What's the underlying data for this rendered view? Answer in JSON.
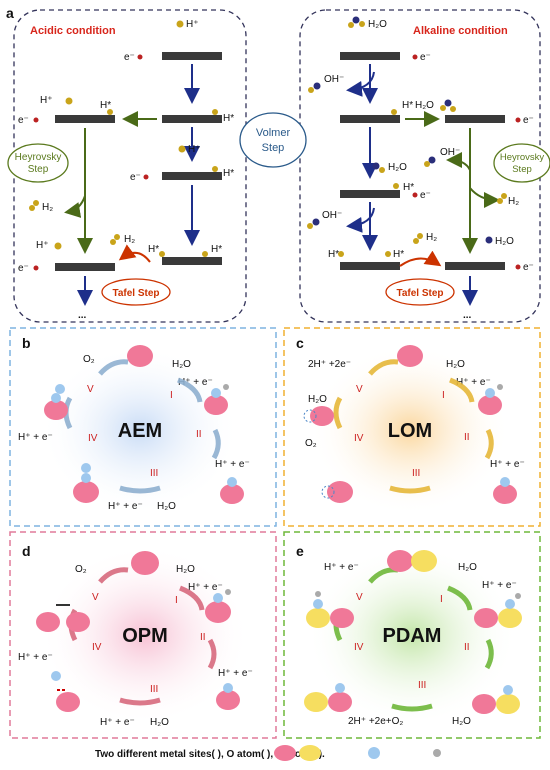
{
  "panels": {
    "a": {
      "letter": "a",
      "acidic_title": "Acidic condition",
      "alkaline_title": "Alkaline condition",
      "volmer_line1": "Volmer",
      "volmer_line2": "Step",
      "heyrovsky_line1": "Heyrovsky",
      "heyrovsky_line2": "Step",
      "tafel": "Tafel Step",
      "h_plus": "H⁺",
      "h_star": "H*",
      "h2": "H₂",
      "h2o": "H₂O",
      "oh_minus": "OH⁻",
      "e_minus": "e⁻",
      "ellipsis": "..."
    },
    "b": {
      "letter": "b",
      "title": "AEM",
      "labels": [
        "O₂",
        "H₂O",
        "H⁺ + e⁻",
        "H⁺ + e⁻",
        "H⁺ + e⁻",
        "H₂O",
        "H⁺ + e⁻"
      ]
    },
    "c": {
      "letter": "c",
      "title": "LOM",
      "labels": [
        "2H⁺ +2e⁻",
        "H₂O",
        "H⁺ + e⁻",
        "H₂O",
        "O₂",
        "H⁺ + e⁻"
      ]
    },
    "d": {
      "letter": "d",
      "title": "OPM",
      "labels": [
        "O₂",
        "H₂O",
        "H⁺ + e⁻",
        "H⁺ + e⁻",
        "H⁺ + e⁻",
        "H⁺ + e⁻",
        "H₂O"
      ]
    },
    "e": {
      "letter": "e",
      "title": "PDAM",
      "labels": [
        "H⁺ + e⁻",
        "H₂O",
        "H⁺ + e⁻",
        "2H⁺ +2e+O₂",
        "H₂O"
      ]
    },
    "roman": [
      "I",
      "II",
      "III",
      "IV",
      "V"
    ]
  },
  "legend": "Two different metal sites(        ), O atom(    ), H atom (    ).",
  "colors": {
    "blue_border": "#7fb4e0",
    "orange_border": "#f0b030",
    "pink_border": "#e07a9a",
    "green_border": "#6fb83a",
    "dark_border": "#33335a",
    "metal_pink": "#f07898",
    "metal_yellow": "#f6de60",
    "o_atom": "#9ec8ee",
    "h_atom": "#aaaaaa",
    "step_red": "#cc3300",
    "heyrovsky_green": "#5b7a1e",
    "volmer_blue": "#2a5a8a"
  }
}
